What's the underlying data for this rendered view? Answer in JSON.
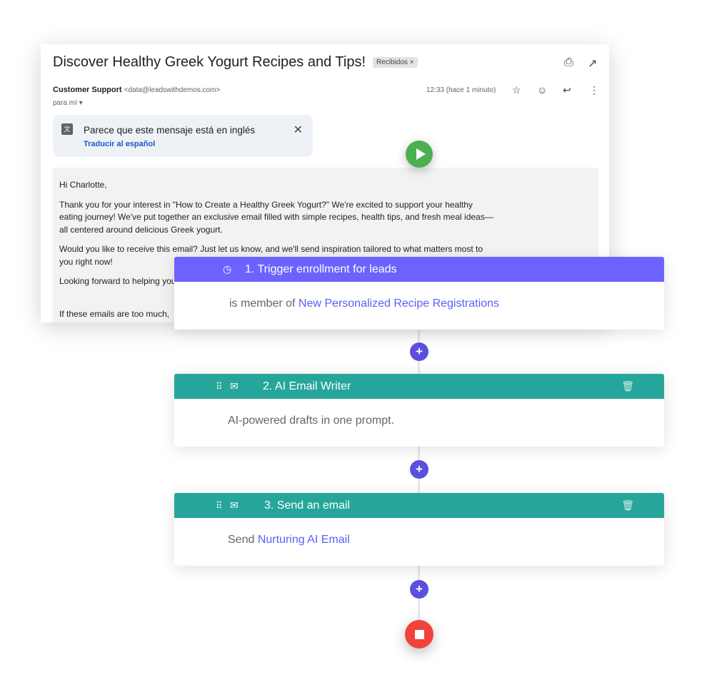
{
  "email": {
    "subject": "Discover Healthy Greek Yogurt Recipes and Tips!",
    "label": "Recibidos ×",
    "sender_name": "Customer Support",
    "sender_email": "<data@leadswithdemos.com>",
    "recipient": "para mí ▾",
    "time": "12:33 (hace 1 minuto)",
    "translate_msg": "Parece que este mensaje está en inglés",
    "translate_link": "Traducir al español",
    "body": [
      "Hi Charlotte,",
      "Thank you for your interest in \"How to Create a Healthy Greek Yogurt?\" We're excited to support your healthy eating journey! We've put together an exclusive email filled with simple recipes, health tips, and fresh meal ideas—all centered around delicious Greek yogurt.",
      "Would you like to receive this email? Just let us know, and we'll send inspiration tailored to what matters most to you right now!",
      "Looking forward to helping you",
      "If these emails are too much,"
    ]
  },
  "workflow": {
    "steps": [
      {
        "title": "1. Trigger enrollment for leads",
        "text": "is member of ",
        "link": "New Personalized Recipe Registrations",
        "color": "#6c63ff"
      },
      {
        "title": "2. AI Email  Writer",
        "text": "AI-powered drafts in one prompt.",
        "color": "#26a69a"
      },
      {
        "title": "3. Send an email",
        "text": "Send ",
        "link": "Nurturing AI Email",
        "color": "#26a69a"
      }
    ],
    "plus": "+"
  }
}
